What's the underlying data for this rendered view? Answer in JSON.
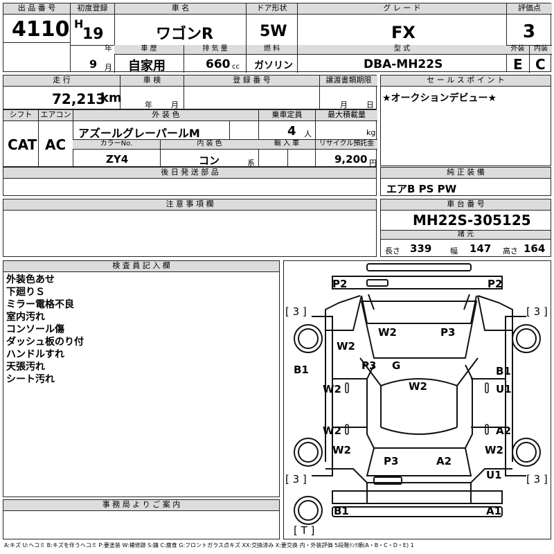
{
  "top": {
    "lot_no_label": "出 品 番 号",
    "lot_no": "4110",
    "first_reg_label": "初度登録",
    "era": "H",
    "year": "19",
    "year_unit": "年",
    "month": "9",
    "month_unit": "月",
    "car_name_label": "車 名",
    "car_name": "ワゴンR",
    "door_label": "ドア形状",
    "door": "5W",
    "grade_label": "グ レ ー ド",
    "grade": "FX",
    "score_label": "評価点",
    "score": "3",
    "history_label": "車 歴",
    "history": "自家用",
    "displacement_label": "排 気 量",
    "displacement": "660",
    "displacement_unit": "cc",
    "fuel_label": "燃 料",
    "fuel": "ガソリン",
    "model_label": "型 式",
    "model": "DBA-MH22S",
    "ext_label": "外装",
    "ext": "E",
    "int_label": "内装",
    "int": "C"
  },
  "row2": {
    "mileage_label": "走 行",
    "mileage": "72,213",
    "mileage_unit": "km",
    "inspection_label": "車 検",
    "insp_year_unit": "年",
    "insp_month_unit": "月",
    "reg_no_label": "登 録 番 号",
    "transfer_label": "譲渡書類期限",
    "transfer_month_unit": "月",
    "transfer_day_unit": "日",
    "sales_point_label": "セ ー ル ス ポ イ ン ト",
    "sales_point": "★オークションデビュー★"
  },
  "row3": {
    "shift_label": "シフト",
    "shift": "CAT",
    "ac_label": "エアコン",
    "ac": "AC",
    "ext_color_label": "外 装 色",
    "ext_color": "アズールグレーパールM",
    "capacity_label": "乗車定員",
    "capacity": "4",
    "capacity_unit": "人",
    "load_label": "最大積載量",
    "load_unit": "kg",
    "color_no_label": "カラーNo.",
    "color_no": "ZY4",
    "int_color_label": "内 装 色",
    "int_color": "コン",
    "int_color_unit": "系",
    "import_label": "輸 入 車",
    "recycle_label": "リサイクル預託金",
    "recycle": "9,200",
    "recycle_unit": "円"
  },
  "parts_later_label": "後 日 発 送 部 品",
  "genuine_label": "純 正 装 備",
  "genuine": "エアB PS PW",
  "notes_label": "注 意 事 項 欄",
  "chassis_label": "車 台 番 号",
  "chassis": "MH22S-305125",
  "specs_label": "諸 元",
  "dims": {
    "length_label": "長さ",
    "length": "339",
    "width_label": "幅",
    "width": "147",
    "height_label": "高さ",
    "height": "164"
  },
  "inspector_label": "検 査 員 記 入 欄",
  "inspector_notes": [
    "外装色あせ",
    "下廻りＳ",
    "ミラー電格不良",
    "室内汚れ",
    "コンソール傷",
    "ダッシュ板のり付",
    "ハンドルすれ",
    "天張汚れ",
    "シート汚れ"
  ],
  "office_label": "事 務 局 よ り ご 案 内",
  "diagram": {
    "marks": [
      "P2",
      "P2",
      "[ 3 ]",
      "[ 3 ]",
      "W2",
      "P3",
      "W2",
      "P3",
      "G",
      "W2",
      "B1",
      "B1",
      "W2",
      "U1",
      "W2",
      "A2",
      "W2",
      "W2",
      "P3",
      "A2",
      "[ 3 ]",
      "U1",
      "[ 3 ]",
      "B1",
      "A1",
      "[ T ]"
    ]
  },
  "legend": "A:キズ U:ヘコミ B:キズを伴うヘコミ P:要塗装 W:補修跡 S:錆 C:腐食 G:フロントガラス点キズ XX:交換済み X:要交換 内・外装評価 5段階ﾗﾝｸ順(A・B・C・D・E) 1"
}
